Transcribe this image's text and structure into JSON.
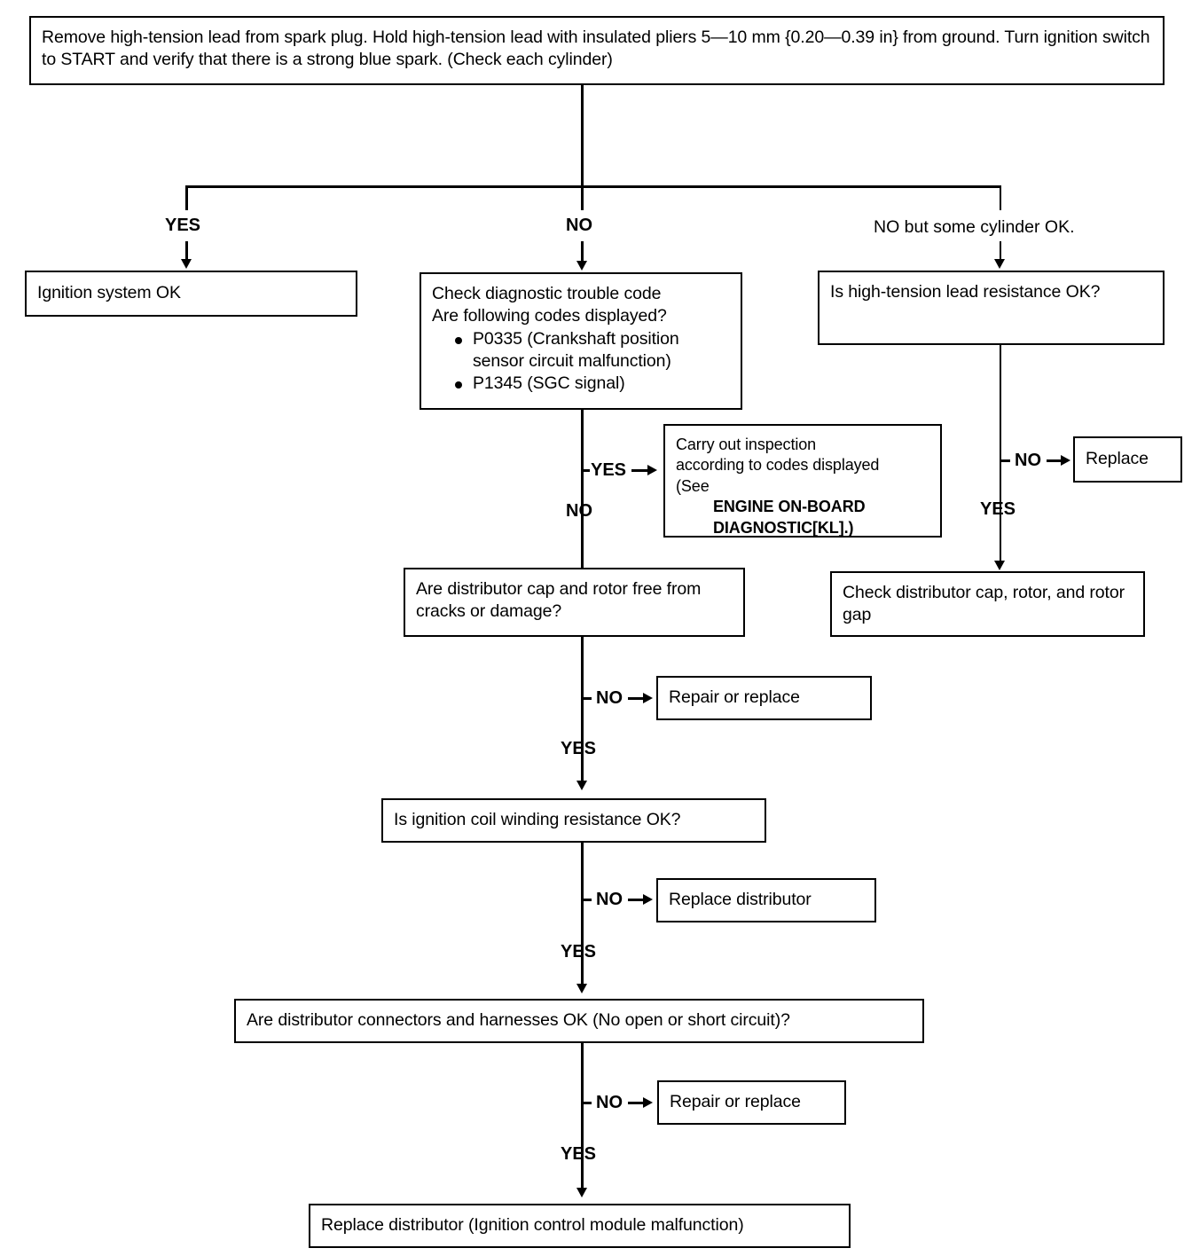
{
  "diagram": {
    "title": "Ignition system no-spark diagnostic flowchart",
    "type": "flowchart",
    "colors": {
      "line": "#000000",
      "background": "#ffffff",
      "text": "#000000"
    },
    "nodes": {
      "start": {
        "text": "Remove high-tension lead from spark plug. Hold high-tension lead with insulated pliers 5—10 mm {0.20—0.39 in} from ground. Turn ignition switch to START and verify that there is a strong blue spark. (Check each cylinder)"
      },
      "ignition_ok": {
        "text": "Ignition system OK"
      },
      "check_dtc": {
        "line1": "Check diagnostic trouble code",
        "line2": "Are following codes displayed?",
        "bullets": [
          "P0335 (Crankshaft position sensor circuit malfunction)",
          "P1345 (SGC signal)"
        ]
      },
      "lead_resistance": {
        "text": "Is high-tension lead resistance OK?"
      },
      "carry_out": {
        "line1": "Carry out inspection",
        "line2": "according to codes displayed",
        "line3": "(See",
        "line4": "ENGINE ON-BOARD",
        "line5": "DIAGNOSTIC[KL].)"
      },
      "replace_lead": {
        "text": "Replace"
      },
      "check_cap_rotor_gap": {
        "text": "Check distributor cap, rotor, and rotor gap"
      },
      "cap_rotor_cracks": {
        "text": "Are distributor cap and rotor free from cracks or damage?"
      },
      "repair_or_replace_1": {
        "text": "Repair or replace"
      },
      "coil_winding": {
        "text": "Is ignition coil winding resistance OK?"
      },
      "replace_distributor_1": {
        "text": "Replace distributor"
      },
      "connectors_harnesses": {
        "text": "Are distributor connectors and harnesses OK (No open or short circuit)?"
      },
      "repair_or_replace_2": {
        "text": "Repair or replace"
      },
      "replace_distributor_final": {
        "text": "Replace distributor (Ignition control module malfunction)"
      }
    },
    "branch_labels": {
      "yes_left": "YES",
      "no_center": "NO",
      "no_some_cylinder": "NO but some cylinder OK.",
      "dtc_yes": "YES",
      "dtc_no": "NO",
      "lead_no": "NO",
      "lead_yes": "YES",
      "cap_no": "NO",
      "cap_yes": "YES",
      "coil_no": "NO",
      "coil_yes": "YES",
      "harness_no": "NO",
      "harness_yes": "YES"
    }
  }
}
